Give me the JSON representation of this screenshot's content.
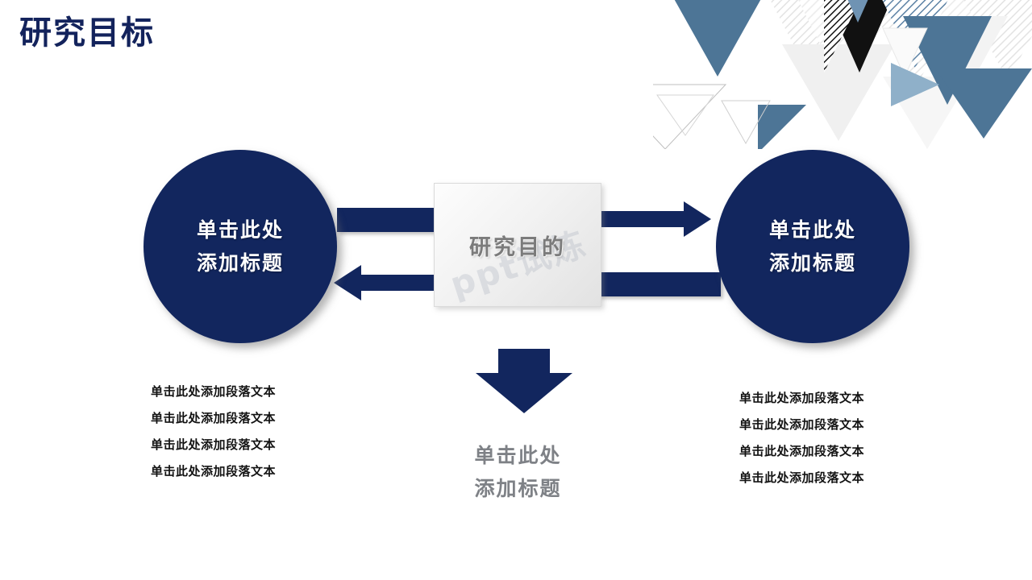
{
  "slide": {
    "title": "研究目标",
    "title_color": "#13235c",
    "background": "#ffffff",
    "accent_navy": "#12265e",
    "accent_steel_blue": "#4d7596",
    "accent_gray": "#7e8186"
  },
  "decoration": {
    "name": "geometric-triangles",
    "colors": [
      "#4d7596",
      "#6f93b3",
      "#8fb0c9",
      "#111111",
      "#e9e9e9",
      "#f4f4f4",
      "#ffffff"
    ]
  },
  "center": {
    "label": "研究目的",
    "watermark": "ppt试炼"
  },
  "nodes": [
    {
      "id": "left-node",
      "lines": [
        "单击此处",
        "添加标题"
      ]
    },
    {
      "id": "right-node",
      "lines": [
        "单击此处",
        "添加标题"
      ]
    }
  ],
  "paragraphs": {
    "left": [
      "单击此处添加段落文本",
      "单击此处添加段落文本",
      "单击此处添加段落文本",
      "单击此处添加段落文本"
    ],
    "right": [
      "单击此处添加段落文本",
      "单击此处添加段落文本",
      "单击此处添加段落文本",
      "单击此处添加段落文本"
    ]
  },
  "bottom_caption": {
    "lines": [
      "单击此处",
      "添加标题"
    ]
  },
  "connectors": [
    {
      "name": "bar-left-top",
      "direction": "none",
      "from": "center-box",
      "to": "left-circle"
    },
    {
      "name": "arrow-left-bottom",
      "direction": "left",
      "from": "center-box",
      "to": "left-circle"
    },
    {
      "name": "arrow-right-top",
      "direction": "right",
      "from": "center-box",
      "to": "right-circle"
    },
    {
      "name": "bar-right-bottom",
      "direction": "none",
      "from": "right-circle",
      "to": "center-box"
    },
    {
      "name": "arrow-down-center",
      "direction": "down",
      "from": "center-box",
      "to": "bottom-caption"
    }
  ]
}
